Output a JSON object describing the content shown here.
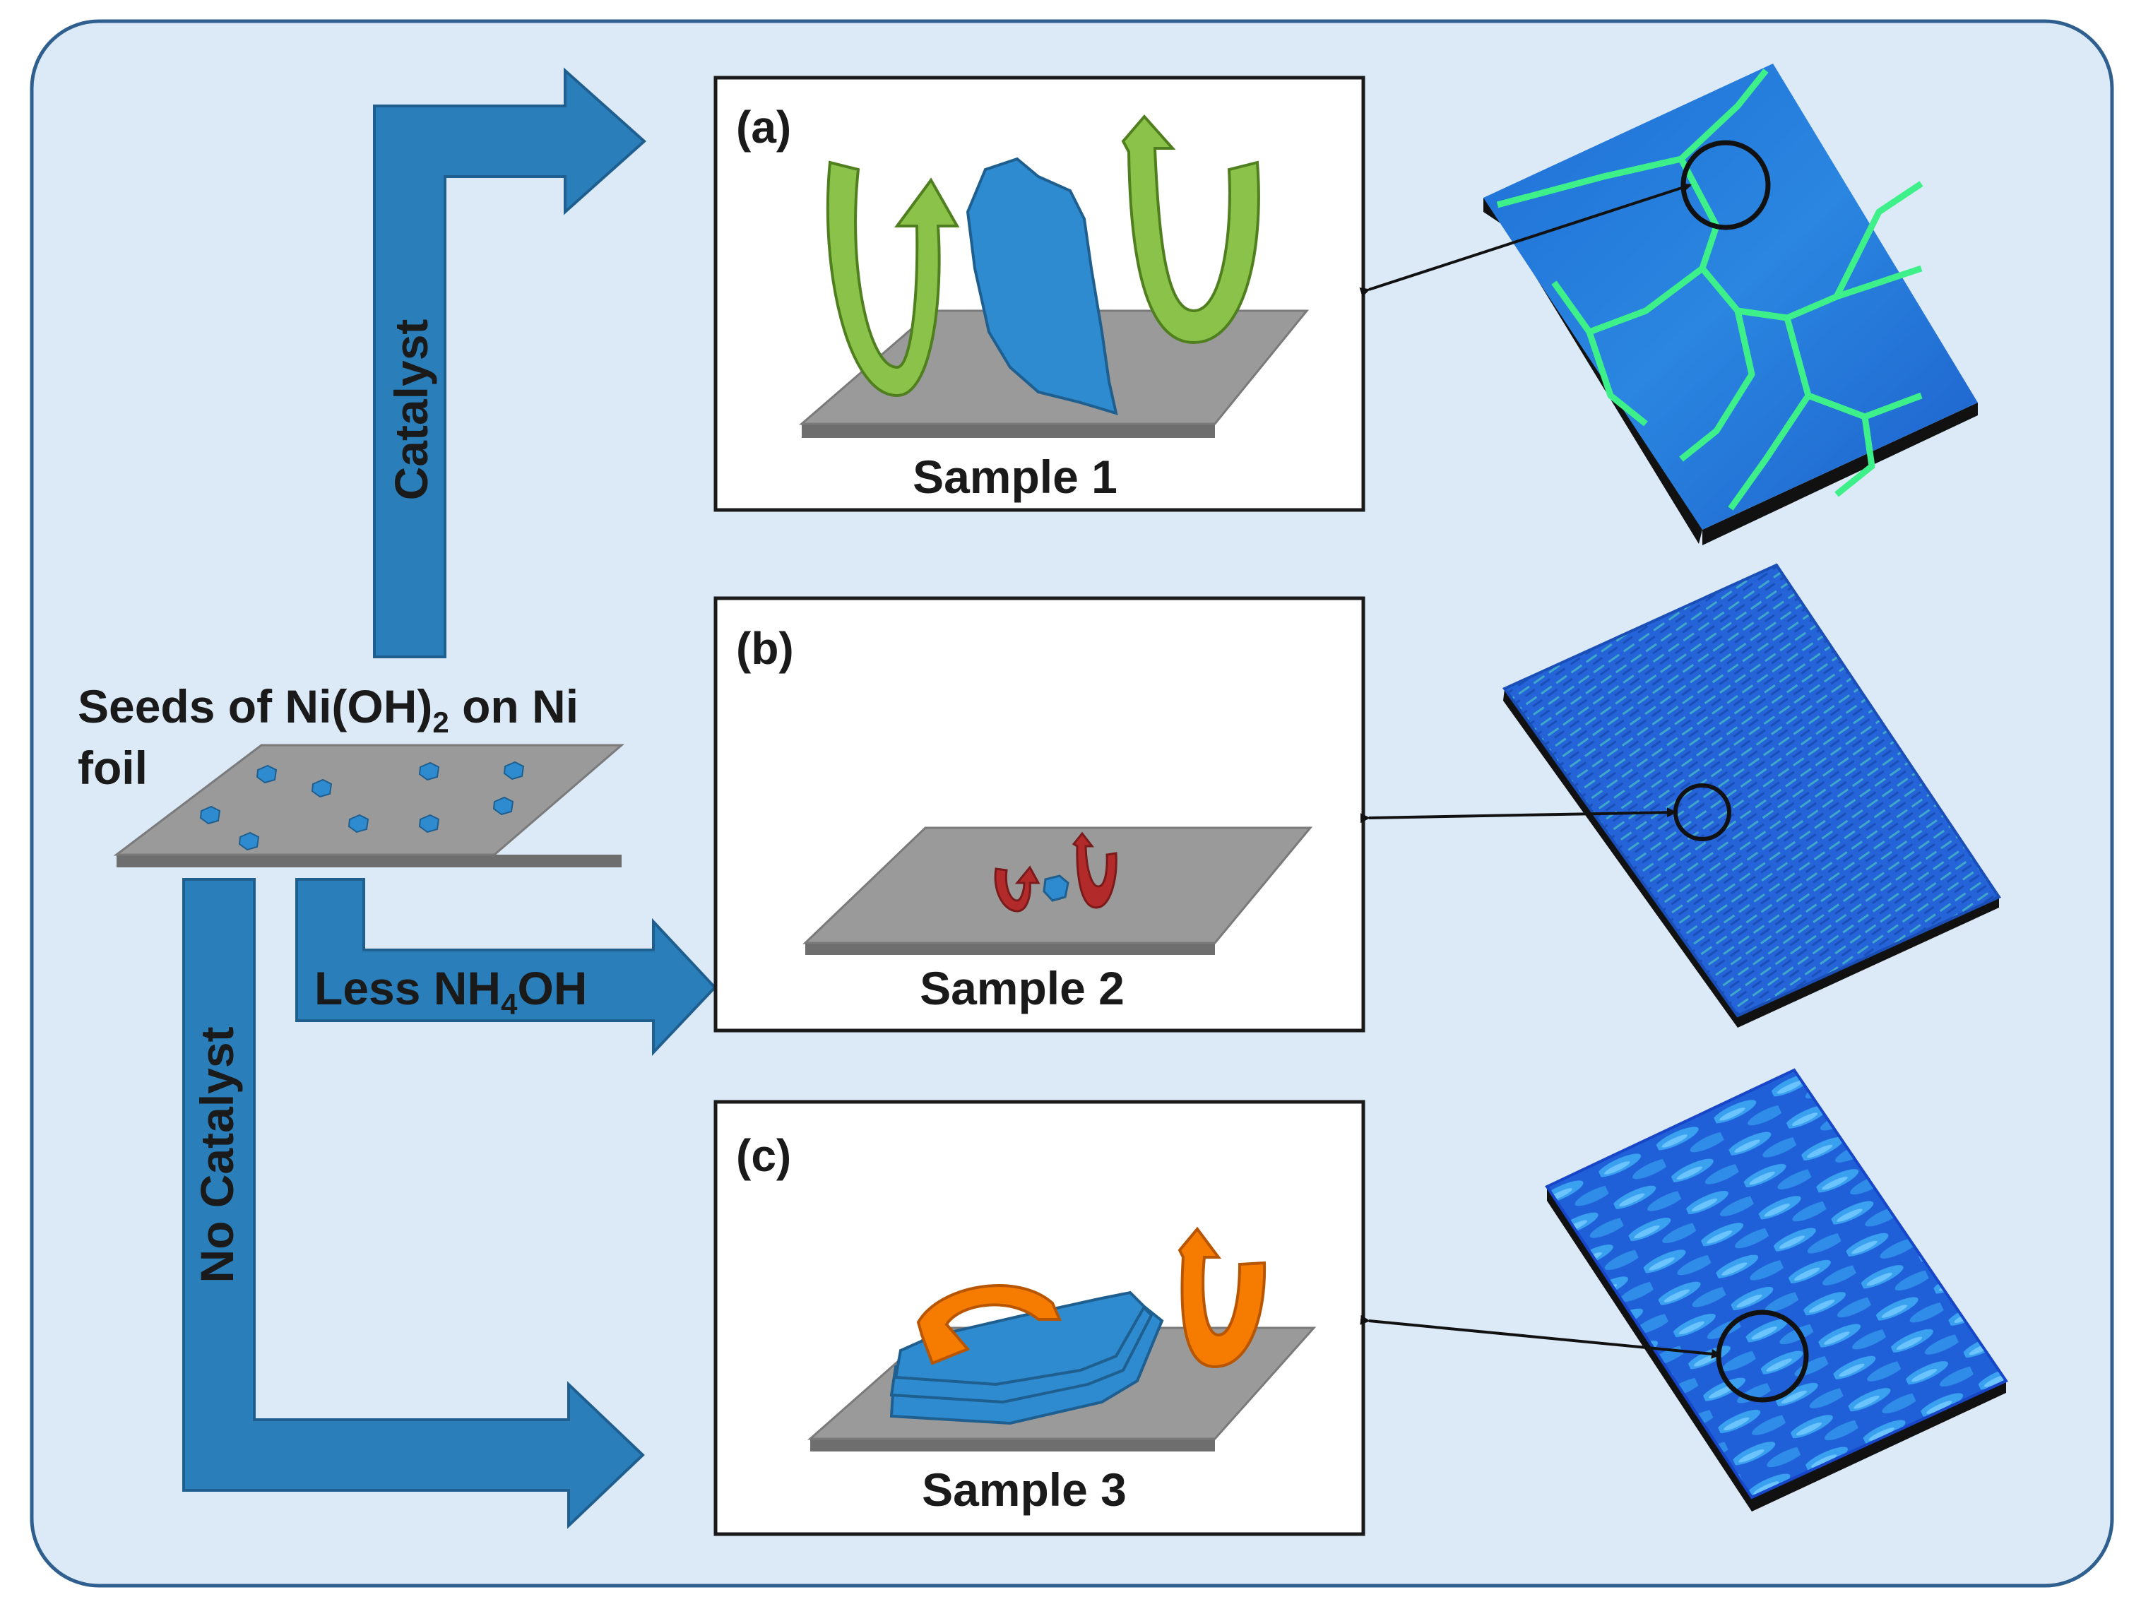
{
  "seeds_label": {
    "line1_pre": "Seeds of Ni(OH)",
    "line1_sub": "2",
    "line1_post": " on Ni",
    "line2": "foil"
  },
  "arrows": {
    "catalyst": "Catalyst",
    "no_catalyst": "No Catalyst",
    "less_pre": "Less NH",
    "less_sub": "4",
    "less_post": "OH"
  },
  "panels": [
    {
      "id": "a",
      "tag": "(a)",
      "sample": "Sample 1"
    },
    {
      "id": "b",
      "tag": "(b)",
      "sample": "Sample 2"
    },
    {
      "id": "c",
      "tag": "(c)",
      "sample": "Sample 3"
    }
  ],
  "colors": {
    "background": "#dce9f7",
    "frame": "#2f5f8f",
    "arrow_blue": "#2a7fba",
    "substrate": "#9a9a9a",
    "green_arrow": "#8bc34a",
    "red_arrow": "#b22a2a",
    "orange_arrow": "#f57c00",
    "crystal_blue": "#2e8bd0"
  }
}
